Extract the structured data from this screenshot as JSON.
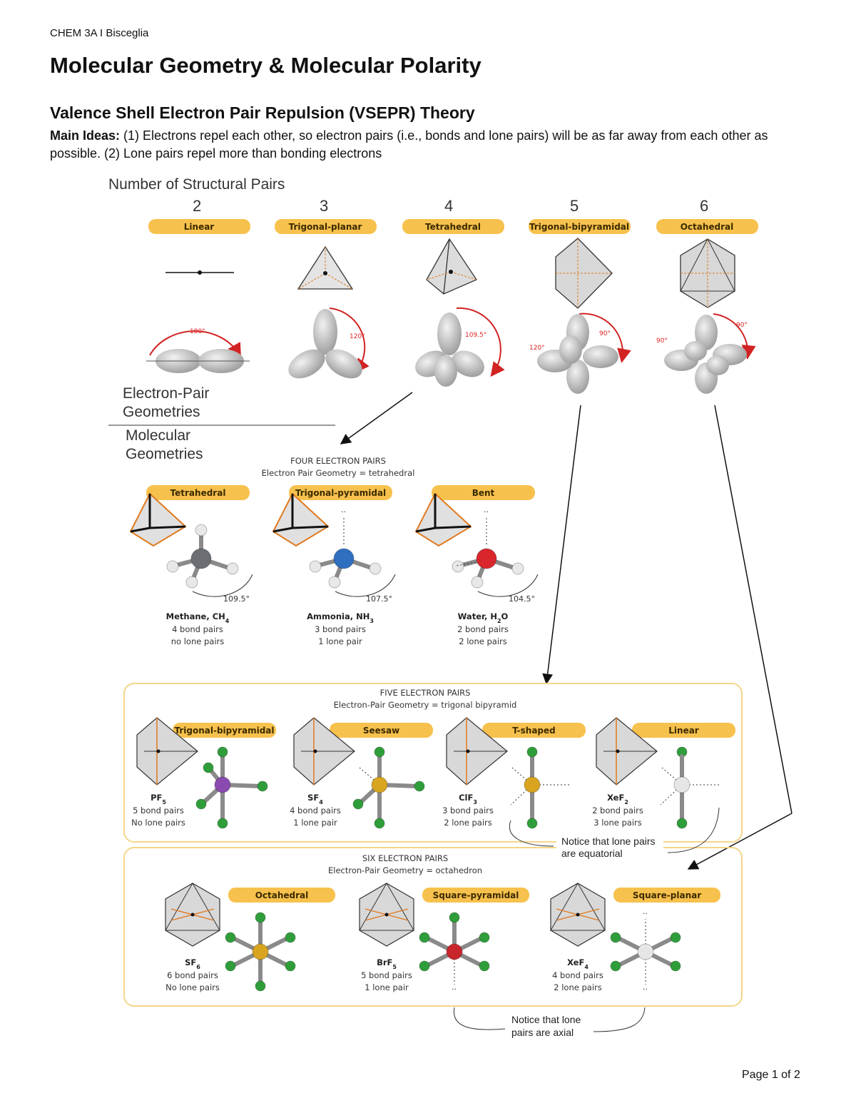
{
  "header": {
    "course": "CHEM 3A I Bisceglia",
    "title": "Molecular Geometry & Molecular Polarity",
    "subtitle": "Valence Shell Electron Pair Repulsion (VSEPR) Theory",
    "main_ideas_label": "Main Ideas:",
    "main_ideas_text": " (1) Electrons repel each other, so electron pairs (i.e., bonds and lone pairs) will be as far away from each other as possible. (2) Lone pairs repel more than bonding electrons"
  },
  "figure": {
    "structural_pairs_title": "Number of Structural Pairs",
    "columns": [
      {
        "number": "2",
        "label": "Linear",
        "angle": "180°"
      },
      {
        "number": "3",
        "label": "Trigonal-planar",
        "angle": "120°"
      },
      {
        "number": "4",
        "label": "Tetrahedral",
        "angle": "109.5°"
      },
      {
        "number": "5",
        "label": "Trigonal-bipyramidal",
        "angle": "90°",
        "angle2": "120°"
      },
      {
        "number": "6",
        "label": "Octahedral",
        "angle": "90°",
        "angle2": "90°"
      }
    ],
    "electron_pair_label": [
      "Electron-Pair",
      "Geometries"
    ],
    "molecular_label": [
      "Molecular",
      "Geometries"
    ]
  },
  "four_pairs": {
    "heading": "FOUR ELECTRON PAIRS",
    "subheading": "Electron Pair Geometry = tetrahedral",
    "items": [
      {
        "shape": "Tetrahedral",
        "angle": "109.5°",
        "name": "Methane, CH",
        "sub": "4",
        "name_tail": "",
        "line1": "4 bond pairs",
        "line2": "no lone pairs",
        "atom_color": "#6b6f73"
      },
      {
        "shape": "Trigonal-pyramidal",
        "angle": "107.5°",
        "name": "Ammonia, NH",
        "sub": "3",
        "name_tail": "",
        "line1": "3 bond pairs",
        "line2": "1 lone pair",
        "atom_color": "#2f6fc0"
      },
      {
        "shape": "Bent",
        "angle": "104.5°",
        "name": "Water, H",
        "sub": "2",
        "name_tail": "O",
        "line1": "2 bond pairs",
        "line2": "2 lone pairs",
        "atom_color": "#d8262c"
      }
    ]
  },
  "five_pairs": {
    "heading": "FIVE ELECTRON PAIRS",
    "subheading": "Electron-Pair Geometry = trigonal bipyramid",
    "items": [
      {
        "shape": "Trigonal-bipyramidal",
        "name": "PF",
        "sub": "5",
        "line1": "5 bond pairs",
        "line2": "No lone pairs",
        "atom_color": "#8a4bb0"
      },
      {
        "shape": "Seesaw",
        "name": "SF",
        "sub": "4",
        "line1": "4 bond pairs",
        "line2": "1 lone pair",
        "atom_color": "#d9a521"
      },
      {
        "shape": "T-shaped",
        "name": "ClF",
        "sub": "3",
        "line1": "3 bond pairs",
        "line2": "2 lone pairs",
        "atom_color": "#d9a521"
      },
      {
        "shape": "Linear",
        "name": "XeF",
        "sub": "2",
        "line1": "2 bond pairs",
        "line2": "3 lone pairs",
        "atom_color": "#e6e6e6"
      }
    ],
    "note": [
      "Notice that lone pairs",
      "are equatorial"
    ]
  },
  "six_pairs": {
    "heading": "SIX ELECTRON PAIRS",
    "subheading": "Electron-Pair Geometry = octahedron",
    "items": [
      {
        "shape": "Octahedral",
        "name": "SF",
        "sub": "6",
        "line1": "6 bond pairs",
        "line2": "No lone pairs",
        "atom_color": "#d9a521"
      },
      {
        "shape": "Square-pyramidal",
        "name": "BrF",
        "sub": "5",
        "line1": "5 bond pairs",
        "line2": "1 lone pair",
        "atom_color": "#c8262c"
      },
      {
        "shape": "Square-planar",
        "name": "XeF",
        "sub": "4",
        "line1": "4 bond pairs",
        "line2": "2 lone pairs",
        "atom_color": "#e6e6e6"
      }
    ],
    "note": [
      "Notice that lone",
      "pairs are axial"
    ]
  },
  "footer": {
    "page": "Page 1 of 2"
  },
  "colors": {
    "pill": "#f7c14d",
    "lobe": "#cfcfcf",
    "fluorine": "#2f9e3a",
    "arrow_red": "#d22222",
    "box_border": "#f3d68a"
  }
}
